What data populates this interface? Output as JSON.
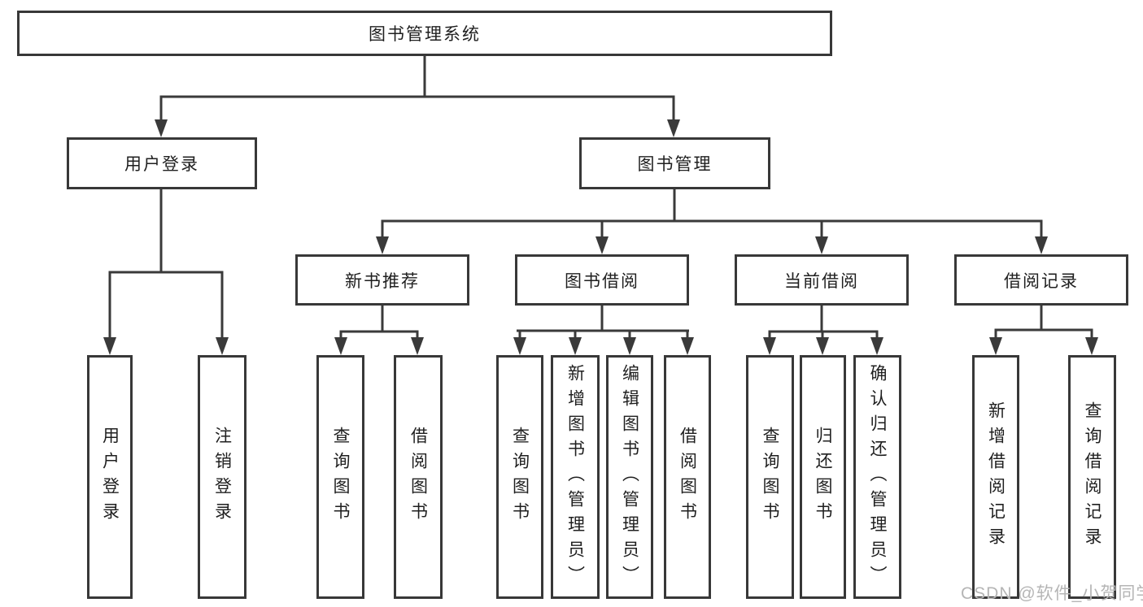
{
  "tree": {
    "root": {
      "label": "图书管理系统"
    },
    "children": [
      {
        "label": "用户登录",
        "children": [
          {
            "label": "用户登录"
          },
          {
            "label": "注销登录"
          }
        ]
      },
      {
        "label": "图书管理",
        "children": [
          {
            "label": "新书推荐",
            "children": [
              {
                "label": "查询图书"
              },
              {
                "label": "借阅图书"
              }
            ]
          },
          {
            "label": "图书借阅",
            "children": [
              {
                "label": "查询图书"
              },
              {
                "label": "新增图书（管理员）"
              },
              {
                "label": "编辑图书（管理员）"
              },
              {
                "label": "借阅图书"
              }
            ]
          },
          {
            "label": "当前借阅",
            "children": [
              {
                "label": "查询图书"
              },
              {
                "label": "归还图书"
              },
              {
                "label": "确认归还（管理员）"
              }
            ]
          },
          {
            "label": "借阅记录",
            "children": [
              {
                "label": "新增借阅记录"
              },
              {
                "label": "查询借阅记录"
              }
            ]
          }
        ]
      }
    ]
  },
  "watermark": {
    "text": "CSDN @软件_小贺同学"
  },
  "colors": {
    "line": "#3a3a3a",
    "border": "#383838",
    "text": "#1f1f1f",
    "watermark": "#b5b5b5",
    "background": "#ffffff"
  }
}
